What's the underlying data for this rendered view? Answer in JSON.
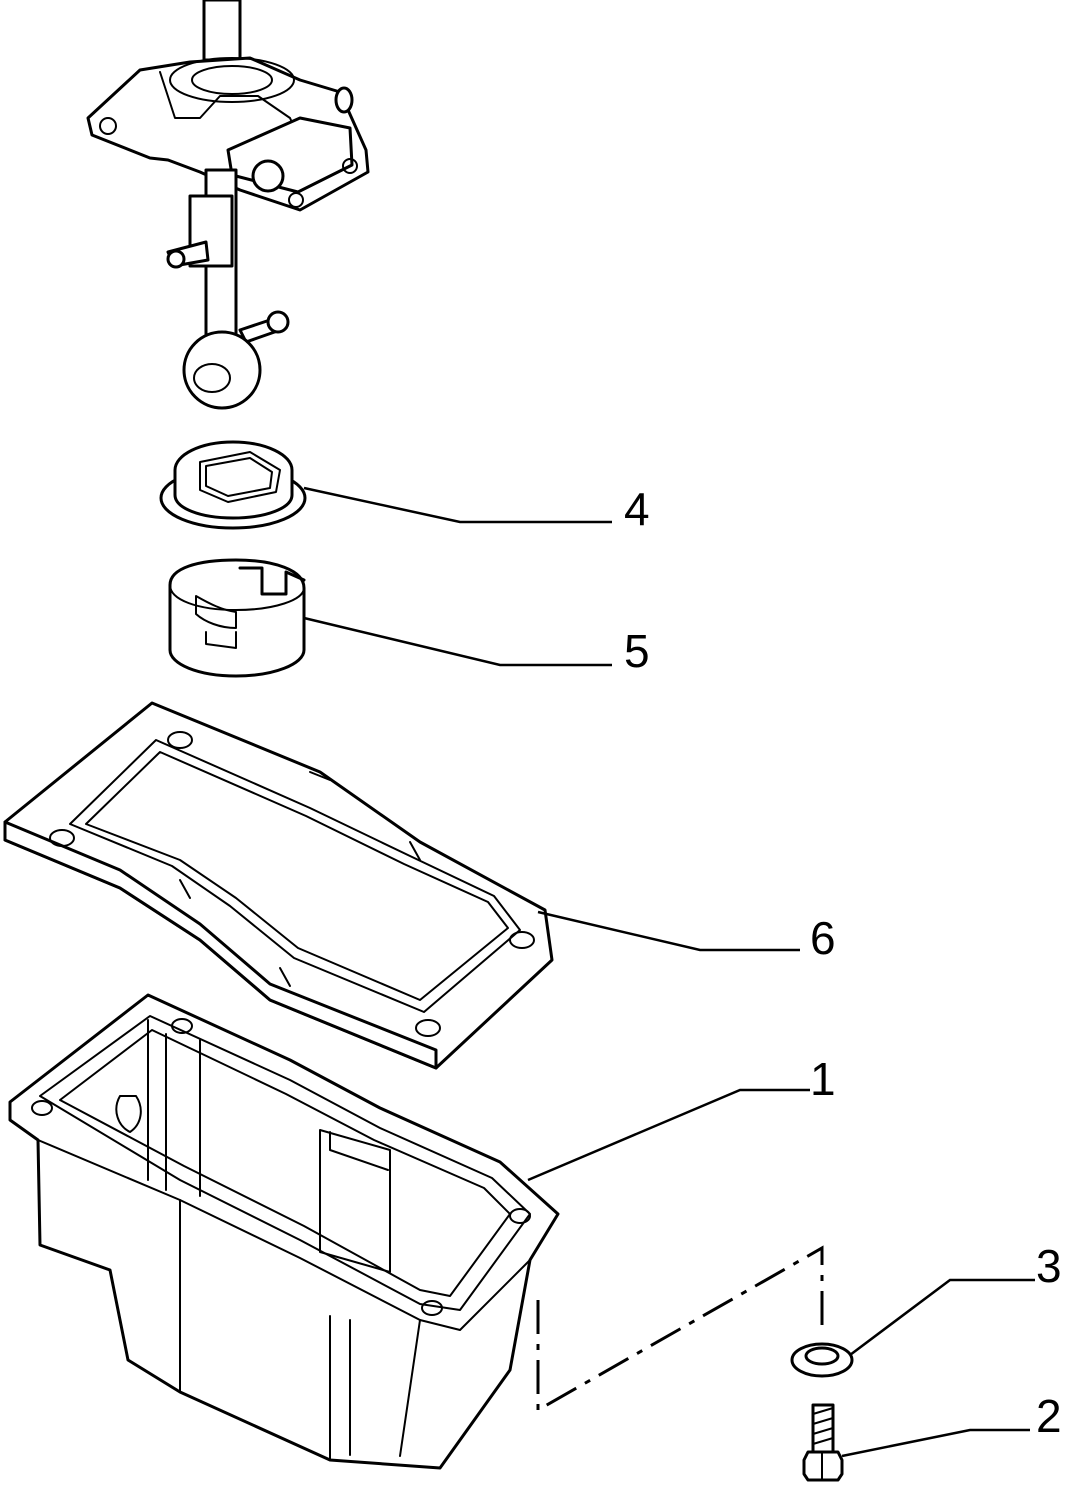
{
  "callouts": [
    {
      "id": "4",
      "label": "4"
    },
    {
      "id": "5",
      "label": "5"
    },
    {
      "id": "6",
      "label": "6"
    },
    {
      "id": "1",
      "label": "1"
    },
    {
      "id": "3",
      "label": "3"
    },
    {
      "id": "2",
      "label": "2"
    }
  ]
}
